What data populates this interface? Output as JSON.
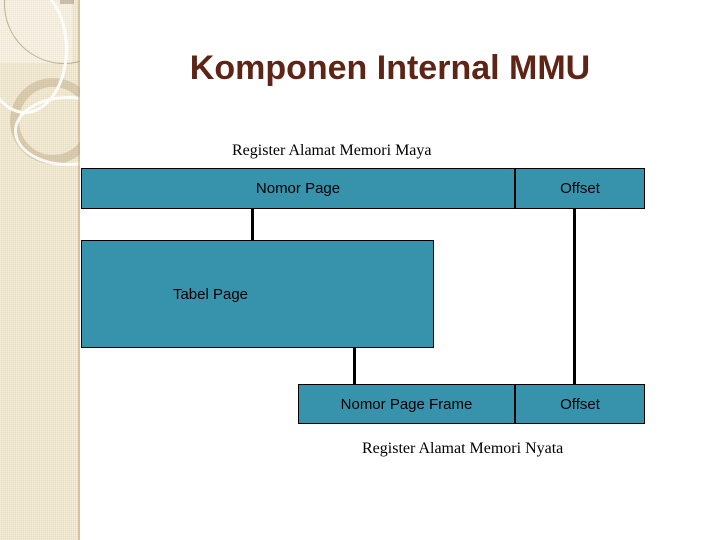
{
  "slide": {
    "title": "Komponen Internal MMU",
    "title_color": "#5E2516",
    "background_color": "#FFFFFF",
    "accent_color": "#3793AB",
    "sidebar_color": "#EBDCB8"
  },
  "captions": {
    "top": "Register Alamat Memori Maya",
    "bottom": "Register Alamat Memori Nyata"
  },
  "diagram": {
    "virtual_address_row": [
      {
        "label": "Nomor Page"
      },
      {
        "label": "Offset"
      }
    ],
    "page_table": {
      "label": "Tabel Page"
    },
    "physical_address_row": [
      {
        "label": "Nomor Page Frame"
      },
      {
        "label": "Offset"
      }
    ]
  }
}
